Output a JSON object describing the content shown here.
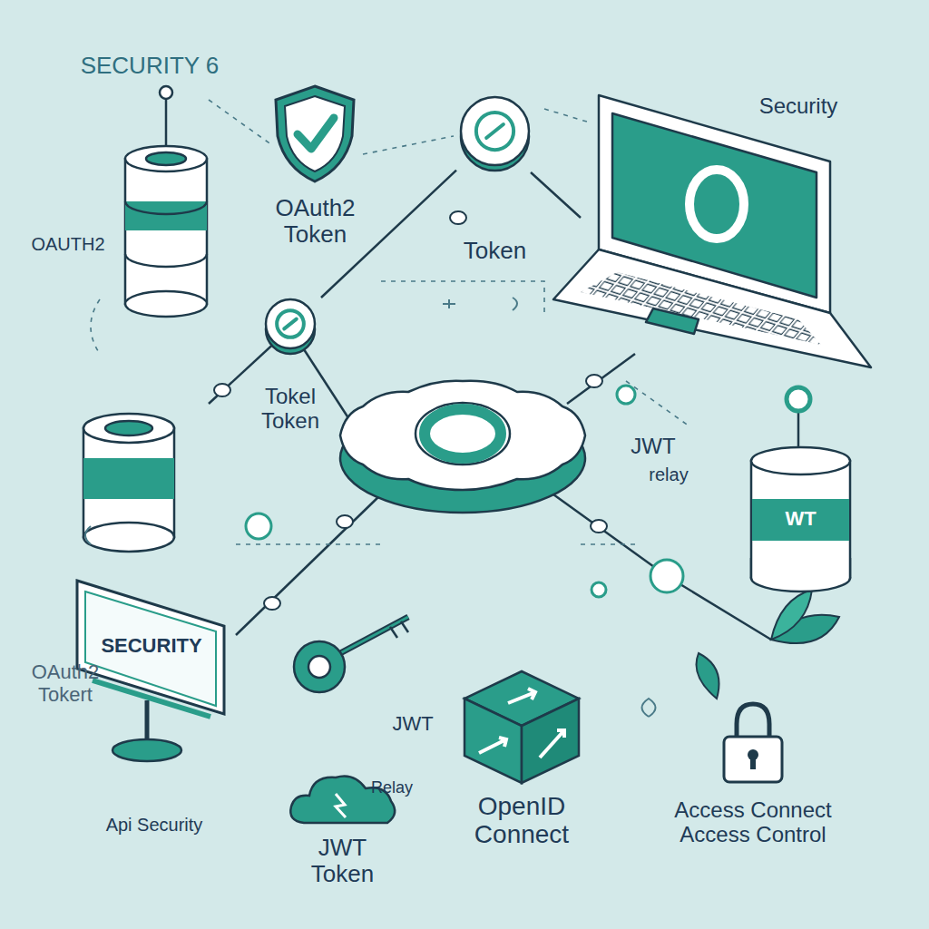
{
  "diagram": {
    "nodes": [
      {
        "text": [
          "OAuth2 Token"
        ]
      },
      {
        "text": [
          "Token"
        ]
      },
      {
        "text": [
          "Tokel Token"
        ]
      },
      {
        "text": [
          "WT"
        ]
      },
      {
        "text": [
          "SECURITY"
        ]
      },
      {
        "text": [
          "JWT Token"
        ]
      },
      {
        "text": [
          "OpenID Connect"
        ]
      },
      {
        "text": [
          "Access Connect Access Control"
        ]
      }
    ],
    "edges": [
      {
        "from": 2,
        "to": 1,
        "arrow": "none"
      }
    ],
    "labels": [
      "SECURITY 6",
      "Security",
      "OAUTH2",
      "JWT",
      "relay",
      "OAuth2 Tokert",
      "JWT",
      "Relay",
      "Api Security"
    ]
  }
}
